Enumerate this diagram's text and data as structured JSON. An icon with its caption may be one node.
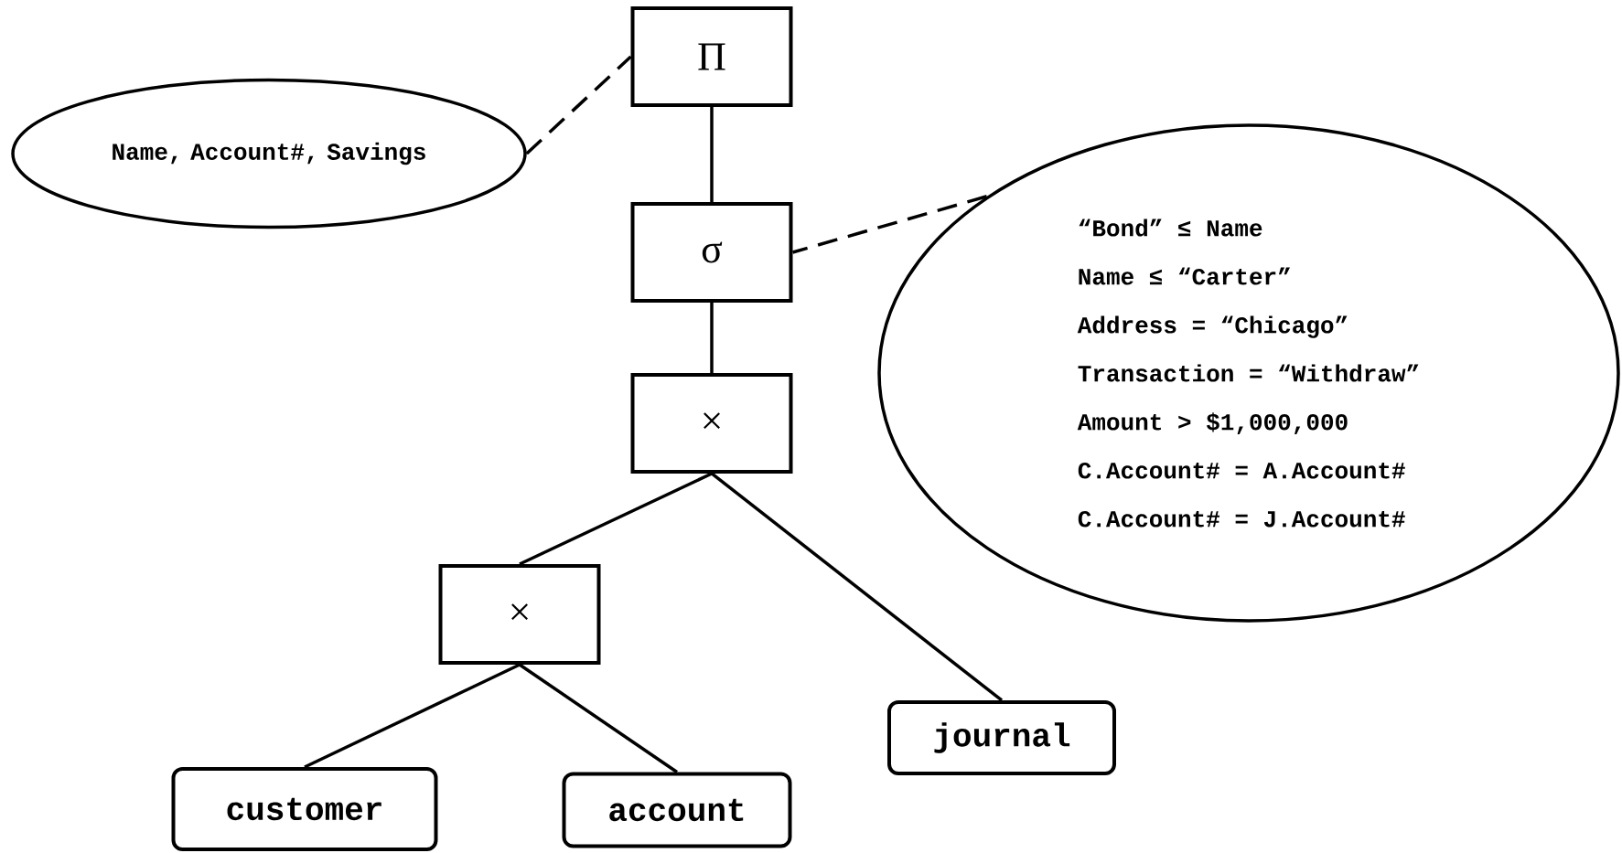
{
  "diagram": {
    "nodes": [
      {
        "text": [
          "Π"
        ]
      },
      {
        "text": [
          "Name, Account#, Savings"
        ]
      },
      {
        "text": [
          "σ"
        ]
      },
      {
        "text": [
          "“Bond” ≤ Name",
          "Name ≤ “Carter”",
          "Address = “Chicago”",
          "Transaction = “Withdraw”",
          "Amount > $1,000,000",
          "C.Account# = A.Account#",
          "C.Account# = J.Account#"
        ]
      },
      {
        "text": [
          "×"
        ]
      },
      {
        "text": [
          "×"
        ]
      },
      {
        "text": [
          "journal"
        ]
      },
      {
        "text": [
          "customer"
        ]
      },
      {
        "text": [
          "account"
        ]
      }
    ],
    "edges": [
      {
        "from": 1,
        "to": 0,
        "arrow": "none",
        "style": "dashed"
      },
      {
        "from": 0,
        "to": 2,
        "arrow": "none"
      },
      {
        "from": 3,
        "to": 2,
        "arrow": "none",
        "style": "dashed"
      },
      {
        "from": 2,
        "to": 4,
        "arrow": "none"
      },
      {
        "from": 4,
        "to": 5,
        "arrow": "none"
      },
      {
        "from": 4,
        "to": 6,
        "arrow": "none"
      },
      {
        "from": 5,
        "to": 7,
        "arrow": "none"
      },
      {
        "from": 5,
        "to": 8,
        "arrow": "none"
      }
    ]
  }
}
